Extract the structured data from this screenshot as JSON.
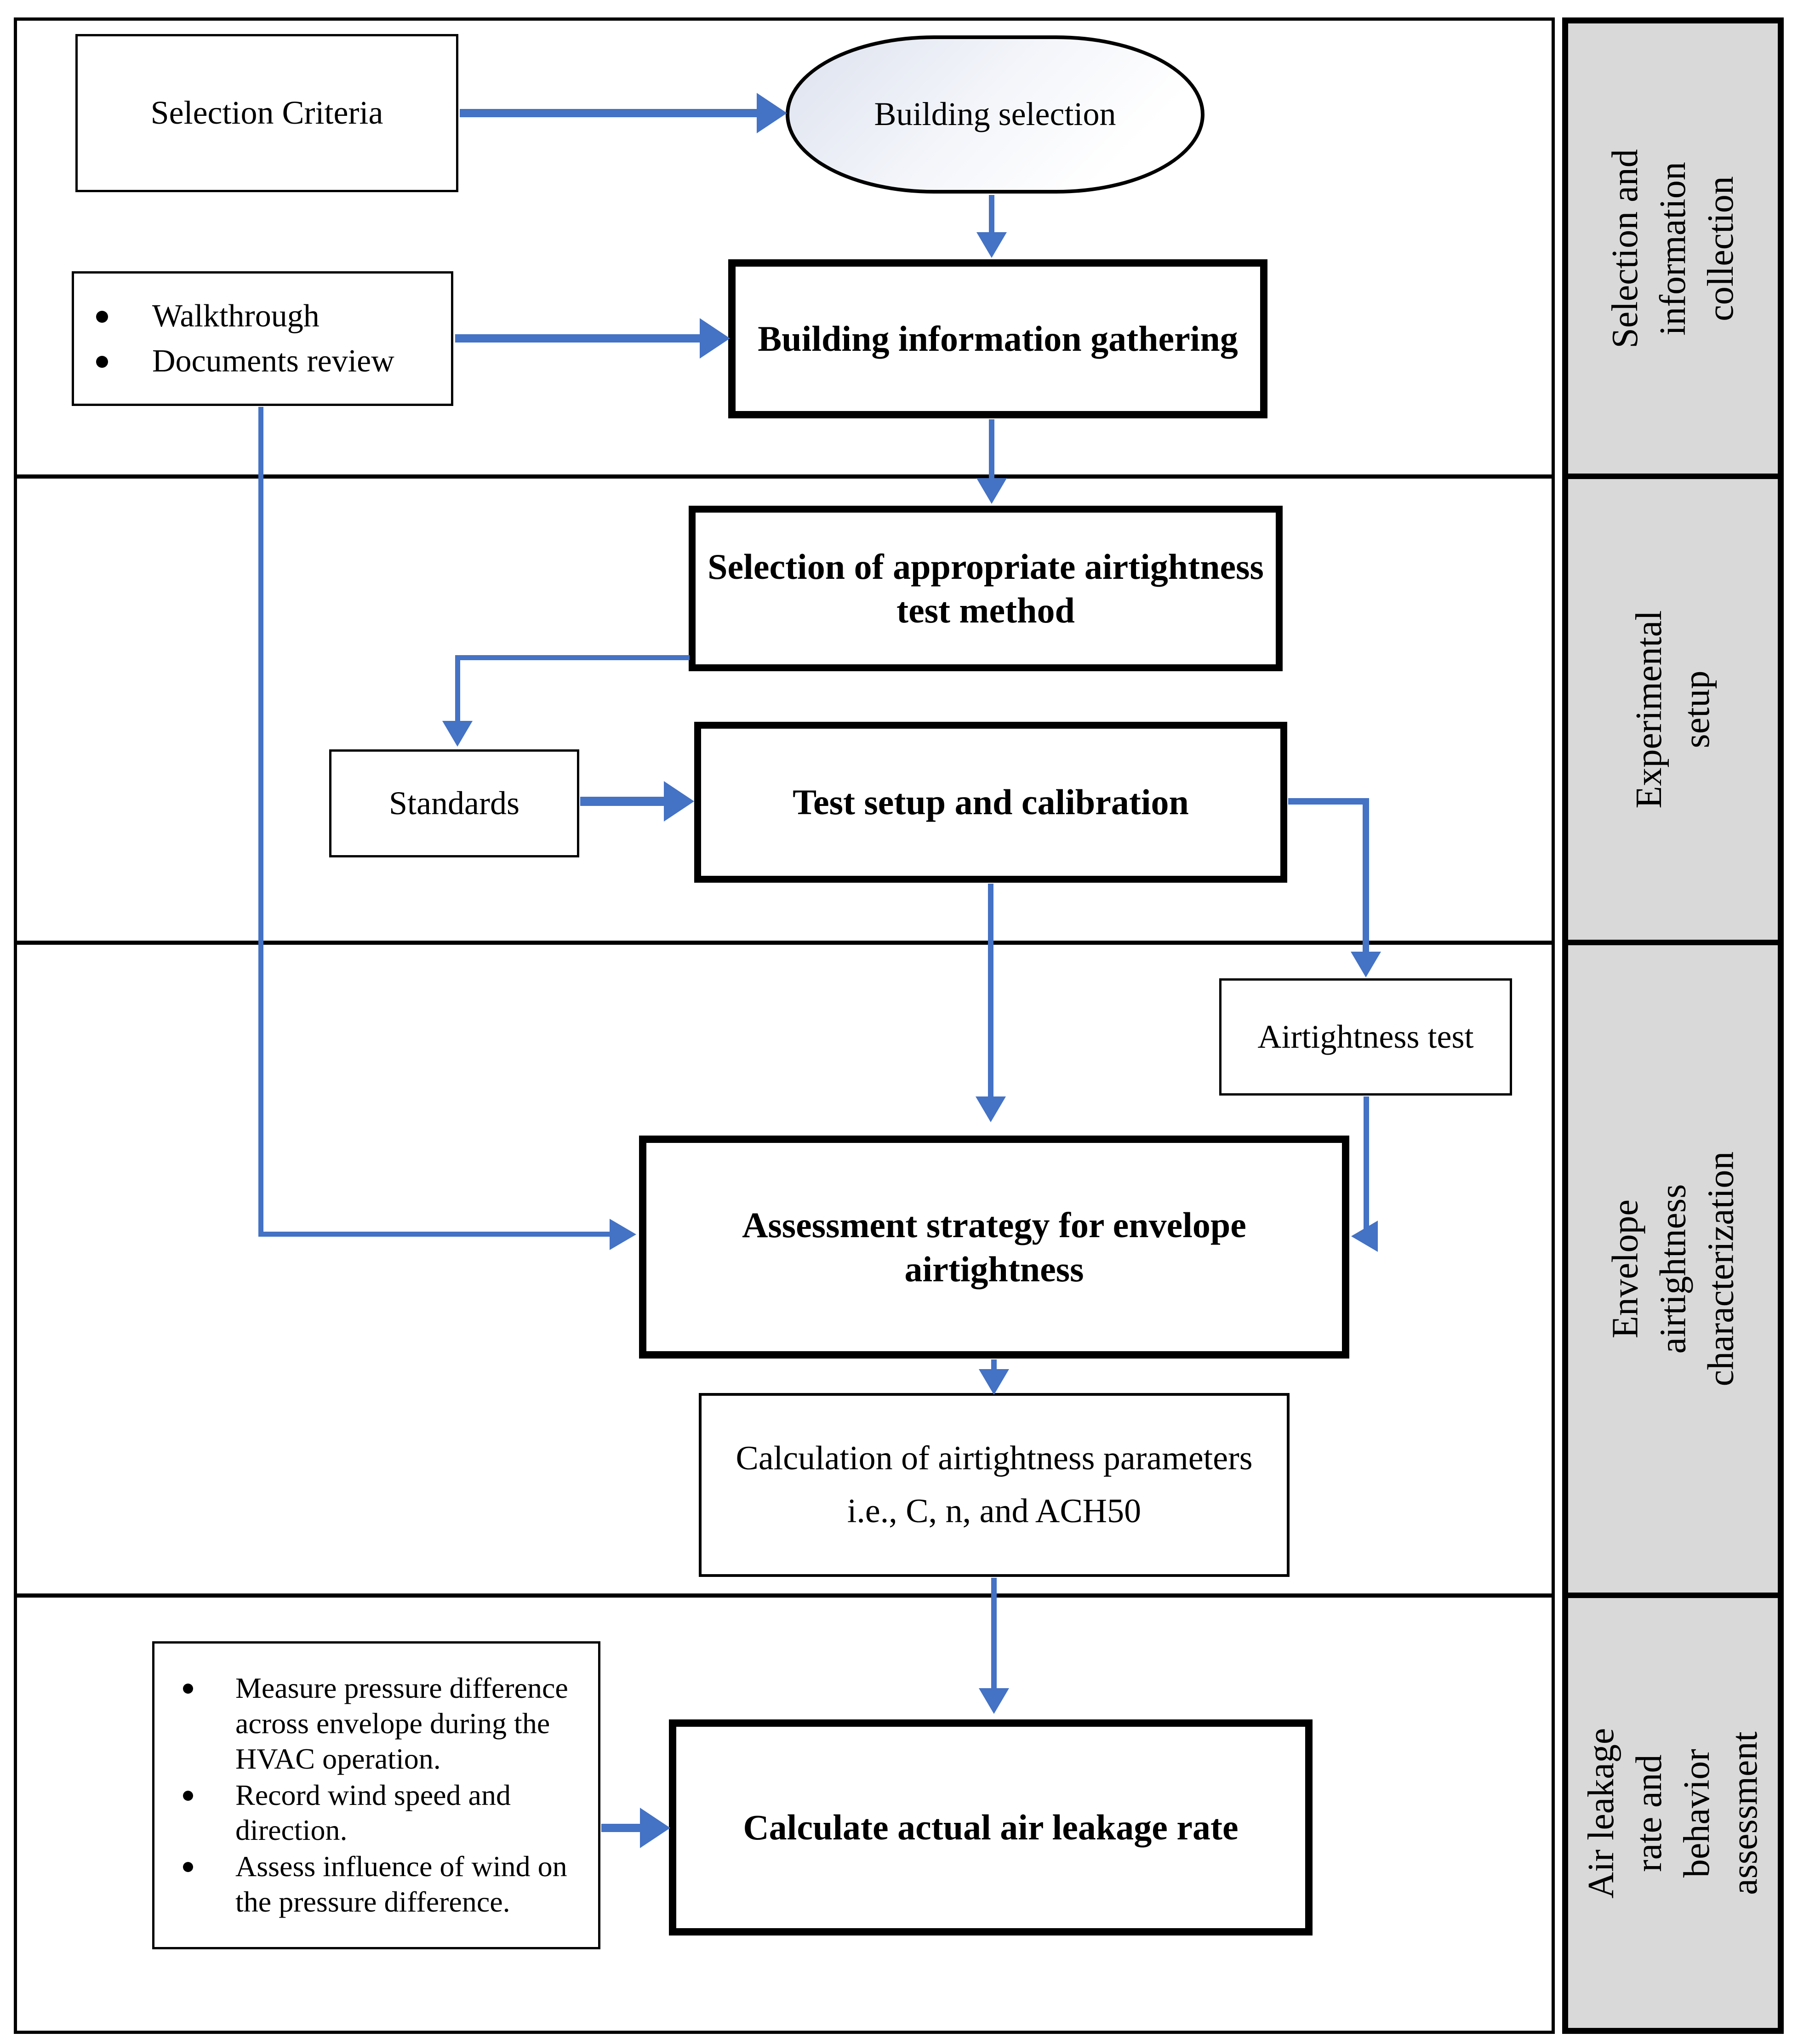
{
  "figure": {
    "type": "flowchart",
    "phases": [
      {
        "label": "Selection and information collection"
      },
      {
        "label": "Experimental setup"
      },
      {
        "label": "Envelope airtightness characterization"
      },
      {
        "label": "Air leakage rate and behavior assessment"
      }
    ],
    "nodes": {
      "selection_criteria": "Selection Criteria",
      "building_selection": "Building selection",
      "info_inputs": {
        "items": [
          "Walkthrough",
          "Documents review"
        ]
      },
      "building_information_gathering": "Building information gathering",
      "test_method_selection": "Selection of appropriate airtightness test method",
      "standards": "Standards",
      "test_setup_calibration": "Test setup and calibration",
      "airtightness_test": "Airtightness test",
      "assessment_strategy": "Assessment strategy for envelope airtightness",
      "airtightness_calculation": "Calculation of airtightness parameters i.e., C, n, and ACH50",
      "leakage_inputs": {
        "items": [
          "Measure pressure difference across envelope during the HVAC operation.",
          "Record wind speed and direction.",
          "Assess influence of wind on the pressure difference."
        ]
      },
      "calculate_leakage": "Calculate actual air leakage rate"
    },
    "colors": {
      "arrow": "#4472C4",
      "phase_background": "#D9D9D9",
      "border": "#000000"
    }
  }
}
